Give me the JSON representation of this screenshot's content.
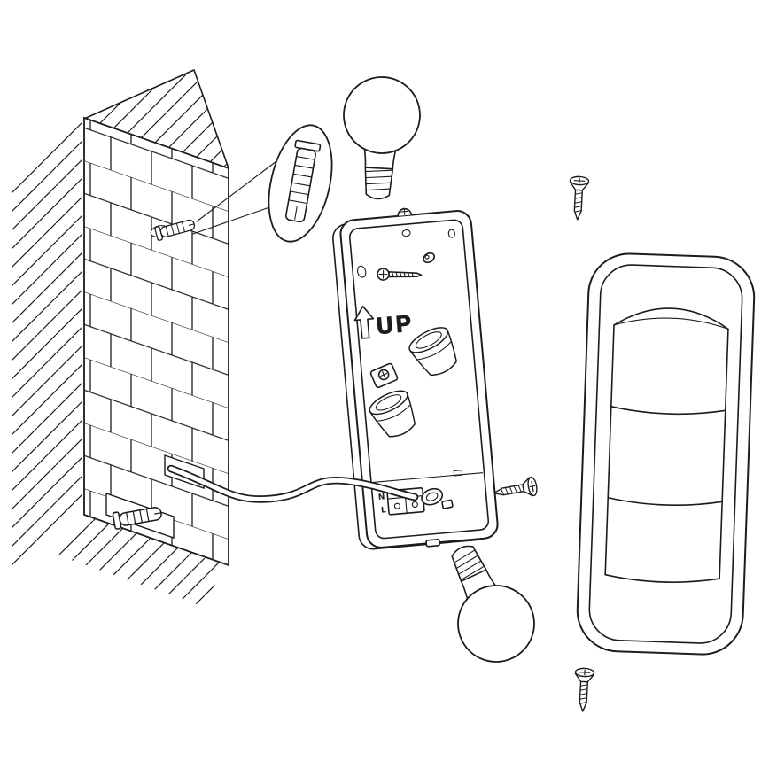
{
  "diagram": {
    "kind": "wall-light-installation-diagram",
    "background": "#ffffff",
    "line_color": "#1c1c1c",
    "labels": {
      "orientation": "UP",
      "terminal_neutral": "N",
      "terminal_live": "L"
    },
    "parts": [
      "brick-wall",
      "wall-plug-upper",
      "wall-plug-detail-magnified",
      "wall-plug-lower",
      "mains-cable",
      "mounting-plate",
      "cover-fixing-screw",
      "adjustment-screw",
      "keyhole-slot",
      "up-arrow",
      "lamp-socket-upper",
      "lamp-socket-lower",
      "socket-bracket",
      "terminal-block",
      "cable-grommet",
      "light-bulb-upper",
      "light-bulb-lower",
      "wood-screw-upper",
      "wood-screw-middle",
      "wood-screw-lower",
      "housing-cover"
    ]
  }
}
